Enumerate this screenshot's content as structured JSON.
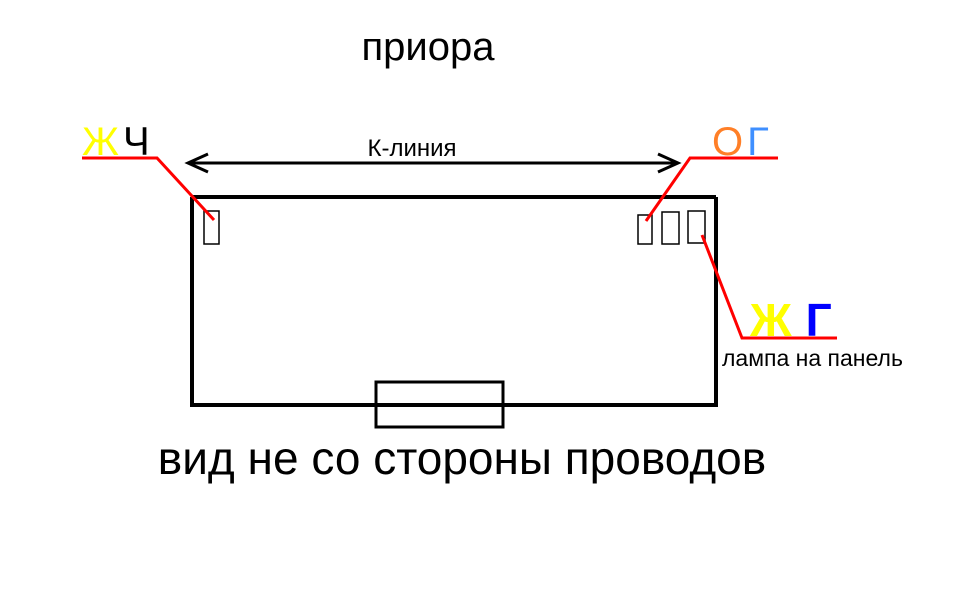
{
  "title": "приора",
  "k_line_label": "К-линия",
  "left_wires": {
    "first": "Ж",
    "second": "Ч"
  },
  "right_top_wires": {
    "first": "О",
    "second": "Г"
  },
  "right_bottom_wires": {
    "first": "Ж",
    "second": "Г"
  },
  "lamp_label": "лампа на панель",
  "caption": "вид не со стороны проводов",
  "colors": {
    "outline": "#000000",
    "leader": "#ff0000",
    "yellow": "#ffff00",
    "orange": "#ff7f27",
    "light_blue": "#3f8fff",
    "blue": "#0000ff",
    "black": "#000000"
  }
}
